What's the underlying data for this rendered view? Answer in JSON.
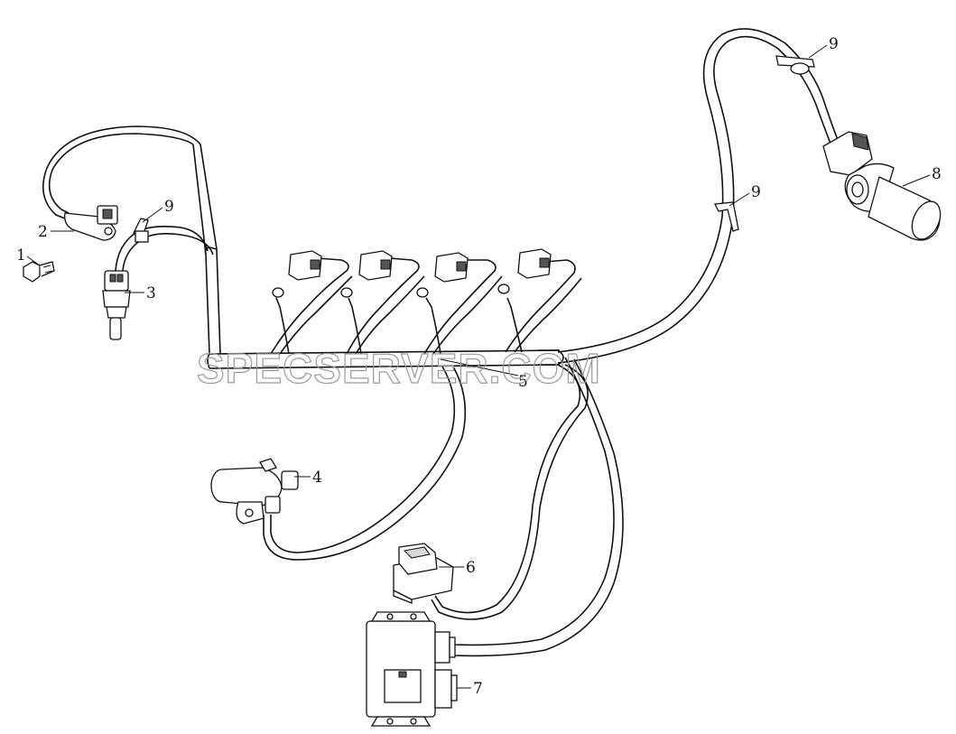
{
  "diagram": {
    "callouts": [
      {
        "id": "c1",
        "label": "1"
      },
      {
        "id": "c2",
        "label": "2"
      },
      {
        "id": "c3",
        "label": "3"
      },
      {
        "id": "c4",
        "label": "4"
      },
      {
        "id": "c5",
        "label": "5"
      },
      {
        "id": "c6",
        "label": "6"
      },
      {
        "id": "c7",
        "label": "7"
      },
      {
        "id": "c8",
        "label": "8"
      },
      {
        "id": "c9a",
        "label": "9"
      },
      {
        "id": "c9b",
        "label": "9"
      },
      {
        "id": "c9c",
        "label": "9"
      }
    ],
    "watermark": "SPECSERVER.COM",
    "colors": {
      "line": "#111111",
      "watermark": "#9a9a9a",
      "background": "#ffffff"
    }
  }
}
